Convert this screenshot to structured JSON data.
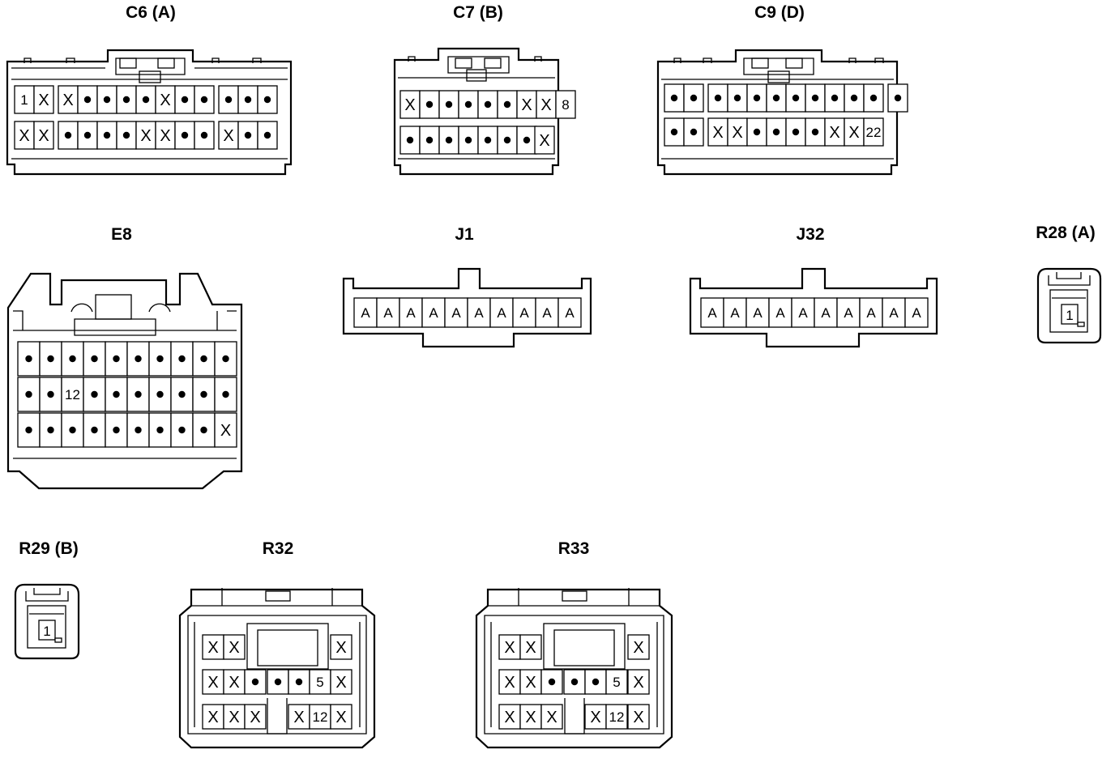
{
  "diagram": {
    "connectors": [
      {
        "label": "C6 (A)",
        "rows": [
          [
            "1",
            "X",
            "X",
            "•",
            "•",
            "•",
            "•",
            "X",
            "•",
            "•",
            "•",
            "•",
            "•"
          ],
          [
            "X",
            "X",
            "•",
            "•",
            "•",
            "•",
            "X",
            "X",
            "•",
            "•",
            "X",
            "•",
            "•"
          ]
        ]
      },
      {
        "label": "C7 (B)",
        "rows": [
          [
            "X",
            "•",
            "•",
            "•",
            "•",
            "•",
            "X",
            "X",
            "8"
          ],
          [
            "•",
            "•",
            "•",
            "•",
            "•",
            "•",
            "•",
            "X"
          ]
        ]
      },
      {
        "label": "C9 (D)",
        "rows": [
          [
            "•",
            "•",
            "•",
            "•",
            "•",
            "•",
            "•",
            "•",
            "•",
            "•",
            "•",
            "•"
          ],
          [
            "•",
            "•",
            "X",
            "X",
            "•",
            "•",
            "•",
            "•",
            "X",
            "X",
            "22"
          ]
        ]
      },
      {
        "label": "E8",
        "rows": [
          [
            "•",
            "•",
            "•",
            "•",
            "•",
            "•",
            "•",
            "•",
            "•",
            "•"
          ],
          [
            "•",
            "•",
            "12",
            "•",
            "•",
            "•",
            "•",
            "•",
            "•",
            "•"
          ],
          [
            "•",
            "•",
            "•",
            "•",
            "•",
            "•",
            "•",
            "•",
            "•",
            "X"
          ]
        ]
      },
      {
        "label": "J1",
        "rows": [
          [
            "A",
            "A",
            "A",
            "A",
            "A",
            "A",
            "A",
            "A",
            "A",
            "A"
          ]
        ]
      },
      {
        "label": "J32",
        "rows": [
          [
            "A",
            "A",
            "A",
            "A",
            "A",
            "A",
            "A",
            "A",
            "A",
            "A"
          ]
        ]
      },
      {
        "label": "R28 (A)",
        "rows": [
          [
            "1"
          ]
        ]
      },
      {
        "label": "R29 (B)",
        "rows": [
          [
            "1"
          ]
        ]
      },
      {
        "label": "R32",
        "rows": [
          [
            "X",
            "X",
            "X"
          ],
          [
            "X",
            "X",
            "•",
            "•",
            "•",
            "5",
            "X"
          ],
          [
            "X",
            "X",
            "X",
            "X",
            "12",
            "X"
          ]
        ]
      },
      {
        "label": "R33",
        "rows": [
          [
            "X",
            "X",
            "X"
          ],
          [
            "X",
            "X",
            "•",
            "•",
            "•",
            "5",
            "X"
          ],
          [
            "X",
            "X",
            "X",
            "X",
            "12",
            "X"
          ]
        ]
      }
    ]
  }
}
